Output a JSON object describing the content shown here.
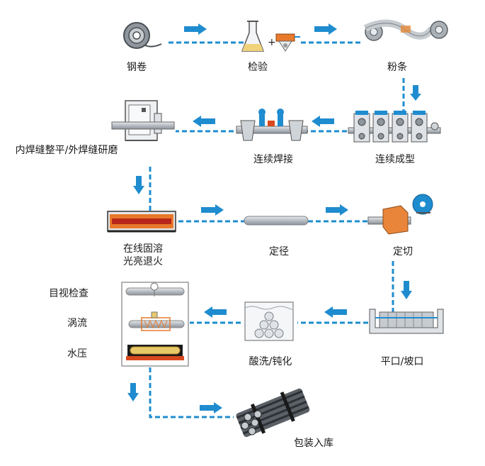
{
  "steps": {
    "coil": "钢卷",
    "inspect": "检验",
    "slit": "粉条",
    "form": "连续成型",
    "weld": "连续焊接",
    "grind": "内焊缝整平/外焊缝研磨",
    "anneal_1": "在线固溶",
    "anneal_2": "光亮退火",
    "size": "定径",
    "cut": "定切",
    "bevel": "平口/坡口",
    "pickle": "酸洗/钝化",
    "visual": "目视检查",
    "eddy": "涡流",
    "hydro": "水压",
    "pack": "包装入库"
  },
  "colors": {
    "flow": "#1f8ccf",
    "pipe": "#9aa3ab",
    "heater": "#d9491d",
    "frame": "#666666"
  }
}
